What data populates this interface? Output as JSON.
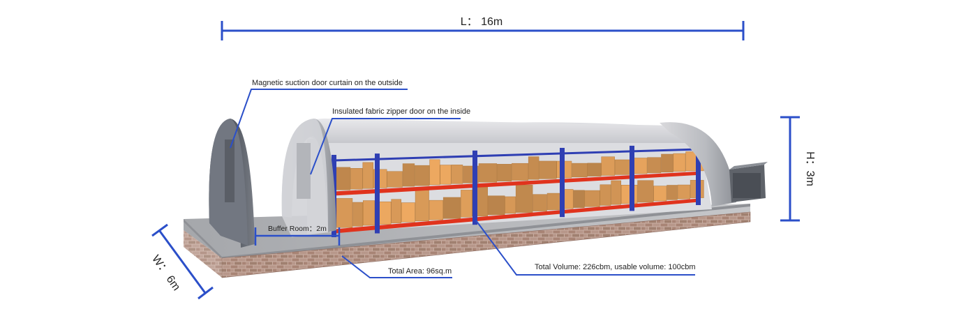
{
  "dimensions": {
    "length": "L： 16m",
    "height": "H：3m",
    "width": "W：  6m"
  },
  "callouts": {
    "outer_door": "Magnetic suction door curtain on the outside",
    "inner_door": "Insulated fabric zipper door on the inside",
    "buffer_room": "Buffer Room：2m",
    "total_area": "Total Area: 96sq.m",
    "total_volume": "Total Volume: 226cbm, usable volume: 100cbm"
  },
  "colors": {
    "annotation": "#2b4fc9",
    "rack_frame": "#2f3fb3",
    "rack_beam": "#e0331d",
    "box": "#d99a58",
    "brick": "#b89a8c"
  }
}
